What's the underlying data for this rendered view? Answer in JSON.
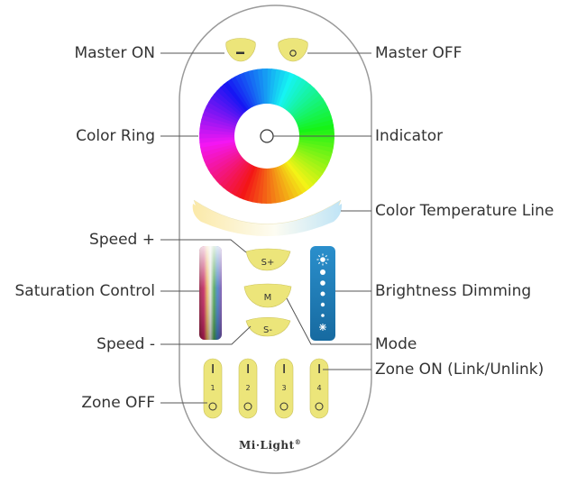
{
  "labels": {
    "master_on": "Master ON",
    "master_off": "Master OFF",
    "color_ring": "Color Ring",
    "indicator": "Indicator",
    "color_temperature_line": "Color Temperature Line",
    "speed_plus": "Speed +",
    "saturation_control": "Saturation Control",
    "brightness_dimming": "Brightness Dimming",
    "speed_minus": "Speed -",
    "mode": "Mode",
    "zone_on": "Zone ON (Link/Unlink)",
    "zone_off": "Zone OFF"
  },
  "buttons": {
    "speed_plus": "S+",
    "mode": "M",
    "speed_minus": "S-"
  },
  "zones": [
    {
      "number": "1"
    },
    {
      "number": "2"
    },
    {
      "number": "3"
    },
    {
      "number": "4"
    }
  ],
  "brand": {
    "name": "Mi·Light",
    "mark": "®"
  },
  "colors": {
    "button_yellow": "#ece57a",
    "outline": "#999999",
    "leader_line": "#555555",
    "brightness_bar": "#1e7fb8"
  }
}
